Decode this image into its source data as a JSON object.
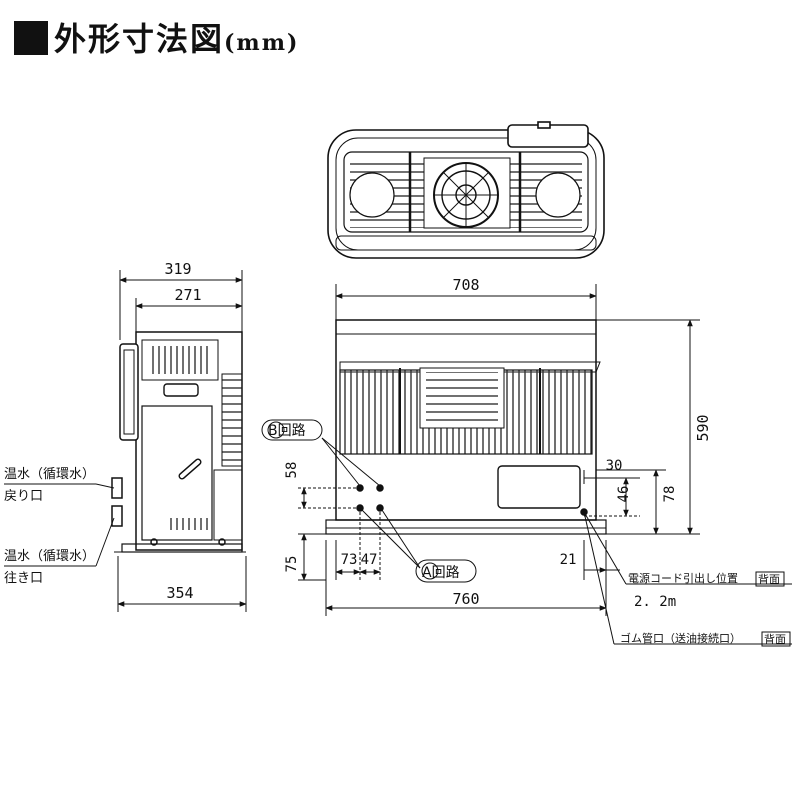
{
  "title": {
    "text": "外形寸法図",
    "unit": "(mm)"
  },
  "dimensions": {
    "side_top_overall": "319",
    "side_top_inner": "271",
    "side_bottom": "354",
    "front_width_top": "708",
    "front_height": "590",
    "front_width_bottom": "760",
    "pipe_spacing_v": "58",
    "pipe_height": "75",
    "pipe_offset_left": "73",
    "pipe_spacing_h": "47",
    "right_30": "30",
    "right_46": "46",
    "right_78": "78",
    "right_21": "21"
  },
  "labels": {
    "b_circuit": "B回路",
    "a_circuit": "A回路",
    "return_line1": "温水（循環水）",
    "return_line2": "戻り口",
    "supply_line1": "温水（循環水）",
    "supply_line2": "往き口",
    "power_cord": "電源コード引出し位置",
    "power_cord_back": "背面",
    "cord_length": "2. 2m",
    "rubber_pipe": "ゴム管口（送油接続口）",
    "rubber_pipe_back": "背面"
  }
}
